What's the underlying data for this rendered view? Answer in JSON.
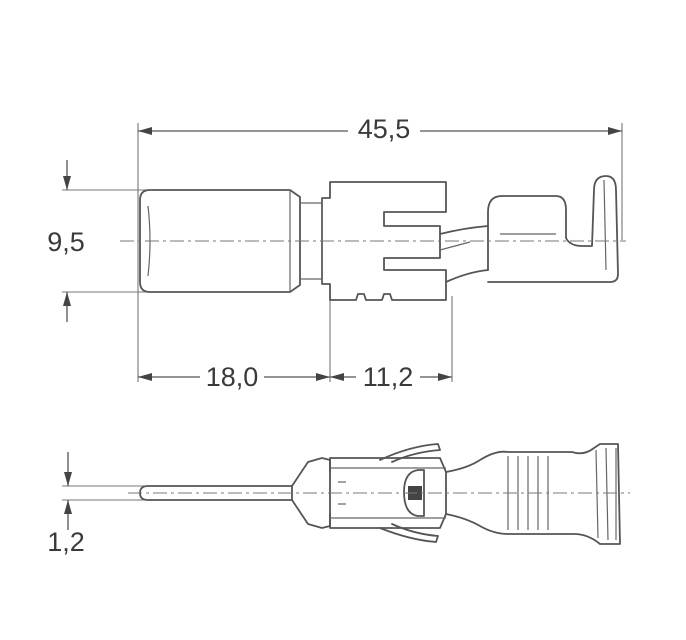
{
  "dimensions": {
    "overall_length": "45,5",
    "height": "9,5",
    "barrel_length": "18,0",
    "contact_length": "11,2",
    "pin_thickness": "1,2"
  }
}
